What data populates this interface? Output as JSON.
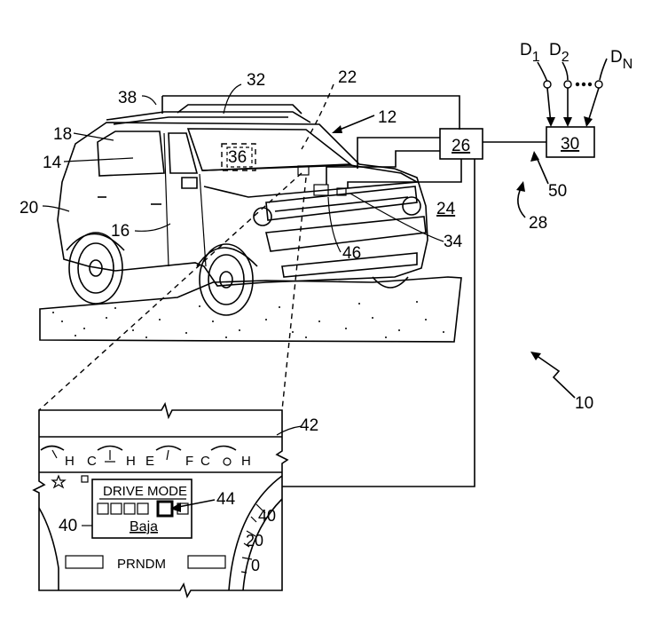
{
  "figure": {
    "ref_numerals": {
      "n10": "10",
      "n12": "12",
      "n14": "14",
      "n16": "16",
      "n18": "18",
      "n20": "20",
      "n22": "22",
      "n24": "24",
      "n26": "26",
      "n28": "28",
      "n30": "30",
      "n32": "32",
      "n34": "34",
      "n36": "36",
      "n38": "38",
      "n40": "40",
      "n42": "42",
      "n44": "44",
      "n46": "46",
      "n50": "50"
    },
    "data_inputs": {
      "d1_base": "D",
      "d1_sub": "1",
      "d2_base": "D",
      "d2_sub": "2",
      "dn_base": "D",
      "dn_sub": "N"
    },
    "dashboard": {
      "drive_mode_title": "DRIVE MODE",
      "mode_value": "Baja",
      "gear_selector": "PRNDM",
      "gauge_labels": [
        "H",
        "C",
        "H",
        "E",
        "F",
        "C",
        "H"
      ],
      "speed_ticks": [
        "40",
        "20",
        "0"
      ]
    }
  }
}
